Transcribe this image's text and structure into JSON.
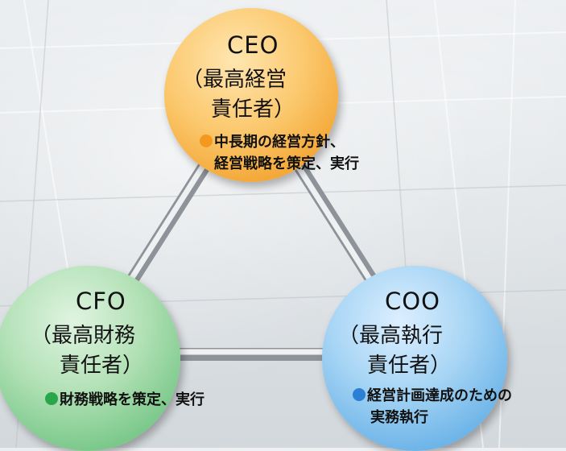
{
  "ceo": {
    "title": "CEO",
    "line1": "（最高経営",
    "line2": "責任者）",
    "desc1": "中長期の経営方針、",
    "desc2": "経営戦略を策定、実行",
    "dot_color": "#f39a1e"
  },
  "cfo": {
    "title": "CFO",
    "line1": "（最高財務",
    "line2": "責任者）",
    "desc1": "財務戦略を策定、実行",
    "dot_color": "#2aa64a"
  },
  "coo": {
    "title": "COO",
    "line1": "（最高執行",
    "line2": "責任者）",
    "desc1": "経営計画達成のための",
    "desc2": "実務執行",
    "dot_color": "#2b7fd4"
  }
}
